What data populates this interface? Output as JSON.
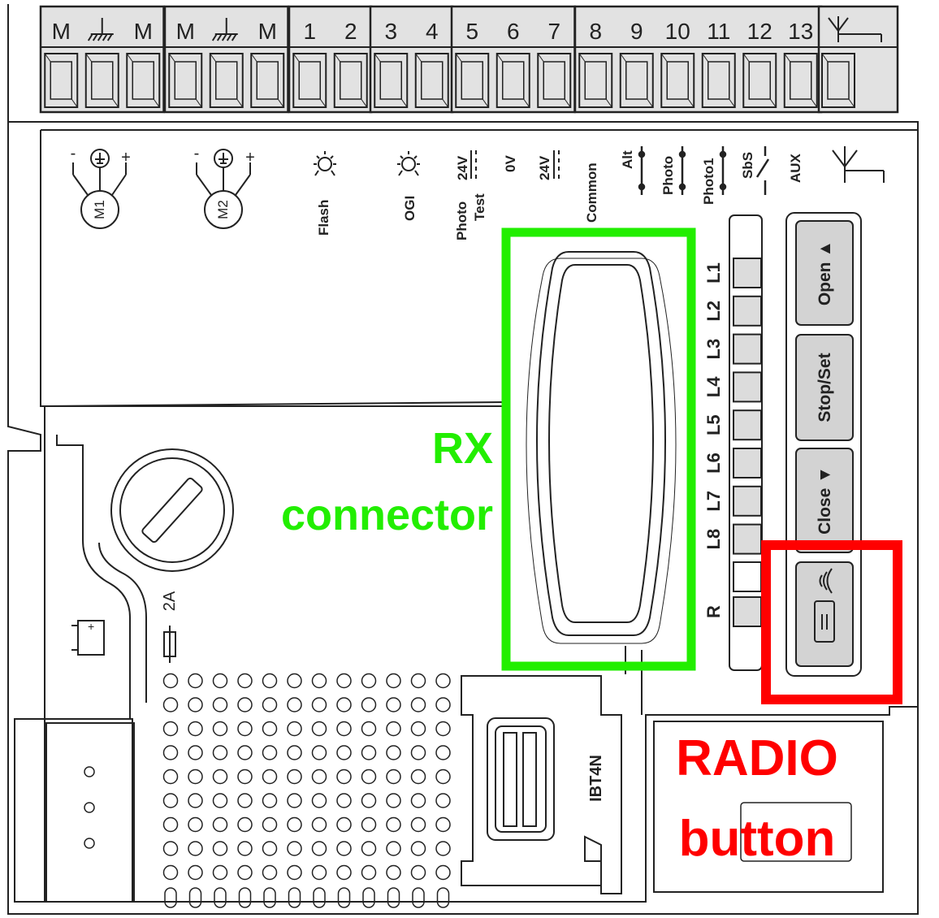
{
  "terminals": [
    "M",
    "⏚",
    "M",
    "M",
    "⏚",
    "M",
    "1",
    "2",
    "3",
    "4",
    "5",
    "6",
    "7",
    "8",
    "9",
    "10",
    "11",
    "12",
    "13",
    ""
  ],
  "motors": {
    "m1": "M1",
    "m2": "M2",
    "minus": "-",
    "plus": "+"
  },
  "func_labels": {
    "flash": "Flash",
    "ogi": "OGI",
    "photo": "Photo",
    "test": "Test",
    "v24_test": "24V",
    "v0": "0V",
    "v24": "24V",
    "common": "Common",
    "alt": "Alt",
    "photo_in": "Photo",
    "photo1": "Photo1",
    "sbs": "SbS",
    "aux": "AUX"
  },
  "leds": [
    "L1",
    "L2",
    "L3",
    "L4",
    "L5",
    "L6",
    "L7",
    "L8",
    "R"
  ],
  "buttons": {
    "open": "Open ▲",
    "stop_set": "Stop/Set",
    "close": "Close ▼"
  },
  "fuse_label": "2A",
  "ibt_label": "IBT4N",
  "annotations": {
    "rx_line1": "RX",
    "rx_line2": "connector",
    "radio_line1": "RADIO",
    "radio_line2": "button",
    "rx_color": "#22ee00",
    "radio_color": "#ff0000"
  }
}
